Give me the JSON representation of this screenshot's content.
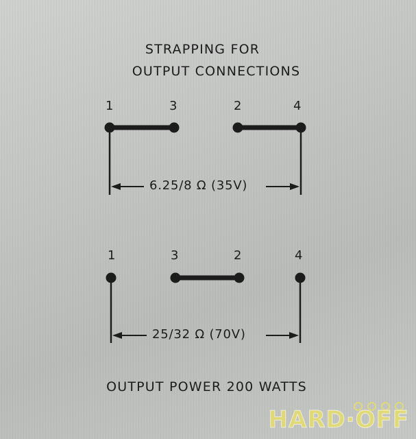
{
  "title": {
    "line1": "STRAPPING FOR",
    "line2": "OUTPUT CONNECTIONS"
  },
  "configurations": [
    {
      "terminals": [
        "1",
        "3",
        "2",
        "4"
      ],
      "label": "6.25/8 Ω (35V)"
    },
    {
      "terminals": [
        "1",
        "3",
        "2",
        "4"
      ],
      "label": "25/32 Ω (70V)"
    }
  ],
  "footer": "OUTPUT POWER 200 WATTS",
  "watermark": "HARD·OFF",
  "colors": {
    "plate": "#c4c6c4",
    "ink": "#1c1c1c",
    "watermark": "#faeb3c"
  }
}
